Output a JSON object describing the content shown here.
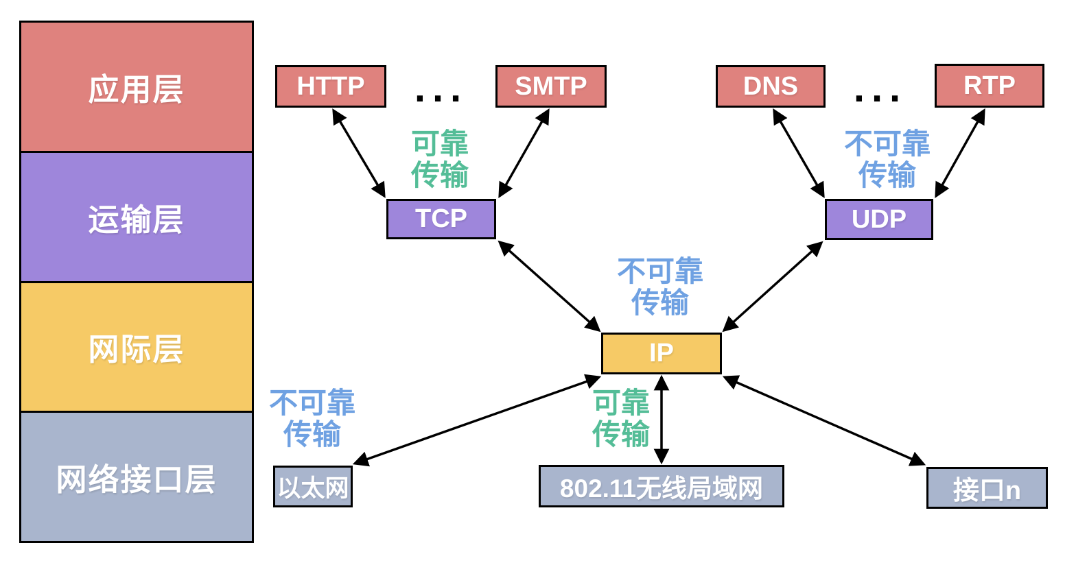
{
  "colors": {
    "application": "#DF827E",
    "transport": "#9E86DB",
    "internet": "#F6CA66",
    "network_interface": "#A9B5CD",
    "reliable": "#54BD97",
    "unreliable": "#6FA1E2",
    "arrow": "#000000",
    "label_text": "#FFFFFF"
  },
  "stack": {
    "layers": [
      {
        "id": "application",
        "label": "应用层"
      },
      {
        "id": "transport",
        "label": "运输层"
      },
      {
        "id": "internet",
        "label": "网际层"
      },
      {
        "id": "network-interface",
        "label": "网络接口层"
      }
    ]
  },
  "protocols": {
    "http": "HTTP",
    "smtp": "SMTP",
    "dns": "DNS",
    "rtp": "RTP",
    "tcp": "TCP",
    "udp": "UDP",
    "ip": "IP",
    "ethernet": "以太网",
    "wlan": "802.11无线局域网",
    "interface_n": "接口n"
  },
  "annotations": {
    "reliable": {
      "line1": "可靠",
      "line2": "传输"
    },
    "unreliable": {
      "line1": "不可靠",
      "line2": "传输"
    }
  },
  "ellipsis": "..."
}
